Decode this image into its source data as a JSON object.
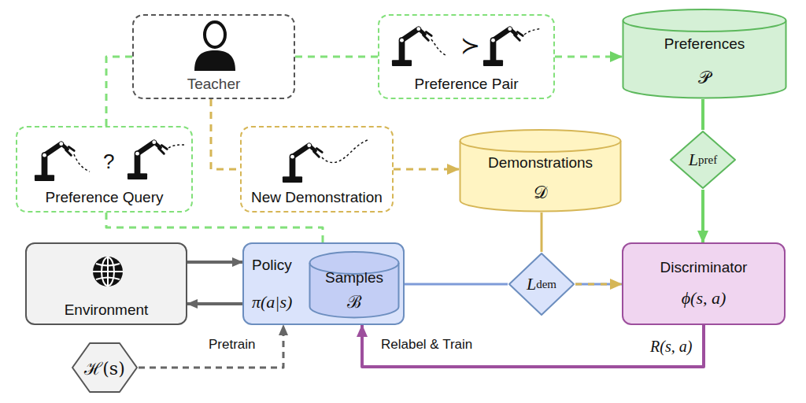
{
  "diagram": {
    "nodes": [
      {
        "text": [
          "Teacher"
        ]
      },
      {
        "text": [
          "Preference Pair"
        ]
      },
      {
        "text": [
          "Preferences",
          "𝒫"
        ]
      },
      {
        "text": [
          "Preference Query"
        ]
      },
      {
        "text": [
          "New Demonstration"
        ]
      },
      {
        "text": [
          "Demonstrations",
          "𝒟"
        ]
      },
      {
        "text": [
          "L",
          "pref"
        ]
      },
      {
        "text": [
          "Environment"
        ]
      },
      {
        "text": [
          "Policy",
          "π(a|s)"
        ]
      },
      {
        "text": [
          "Samples",
          "ℬ"
        ],
        "in": 8
      },
      {
        "text": [
          "L",
          "dem"
        ]
      },
      {
        "text": [
          "Discriminator",
          "ϕ(s, a)"
        ]
      },
      {
        "text": [
          "ℋ(s)"
        ]
      }
    ],
    "edges": [
      {
        "from": 0,
        "to": 1,
        "arrow": "none"
      },
      {
        "from": 1,
        "to": 2,
        "arrow": "to"
      },
      {
        "from": 3,
        "to": 0,
        "arrow": "none"
      },
      {
        "from": 8,
        "to": 3,
        "arrow": "none"
      },
      {
        "from": 0,
        "to": 4,
        "arrow": "none"
      },
      {
        "from": 4,
        "to": 5,
        "arrow": "to"
      },
      {
        "from": 2,
        "to": 6,
        "arrow": "none"
      },
      {
        "from": 6,
        "to": 11,
        "arrow": "to"
      },
      {
        "from": 7,
        "to": 8,
        "arrow": "to"
      },
      {
        "from": 8,
        "to": 7,
        "arrow": "to"
      },
      {
        "from": 5,
        "to": 10,
        "arrow": "none"
      },
      {
        "from": 9,
        "to": 10,
        "arrow": "none"
      },
      {
        "from": 10,
        "to": 11,
        "arrow": "to"
      },
      {
        "from": 11,
        "to": 8,
        "label": "Relabel & Train",
        "arrow": "to"
      },
      {
        "from": 12,
        "to": 8,
        "label": "Pretrain",
        "arrow": "to"
      }
    ],
    "labels": [
      "≻",
      "?",
      "R(s, a)"
    ]
  }
}
